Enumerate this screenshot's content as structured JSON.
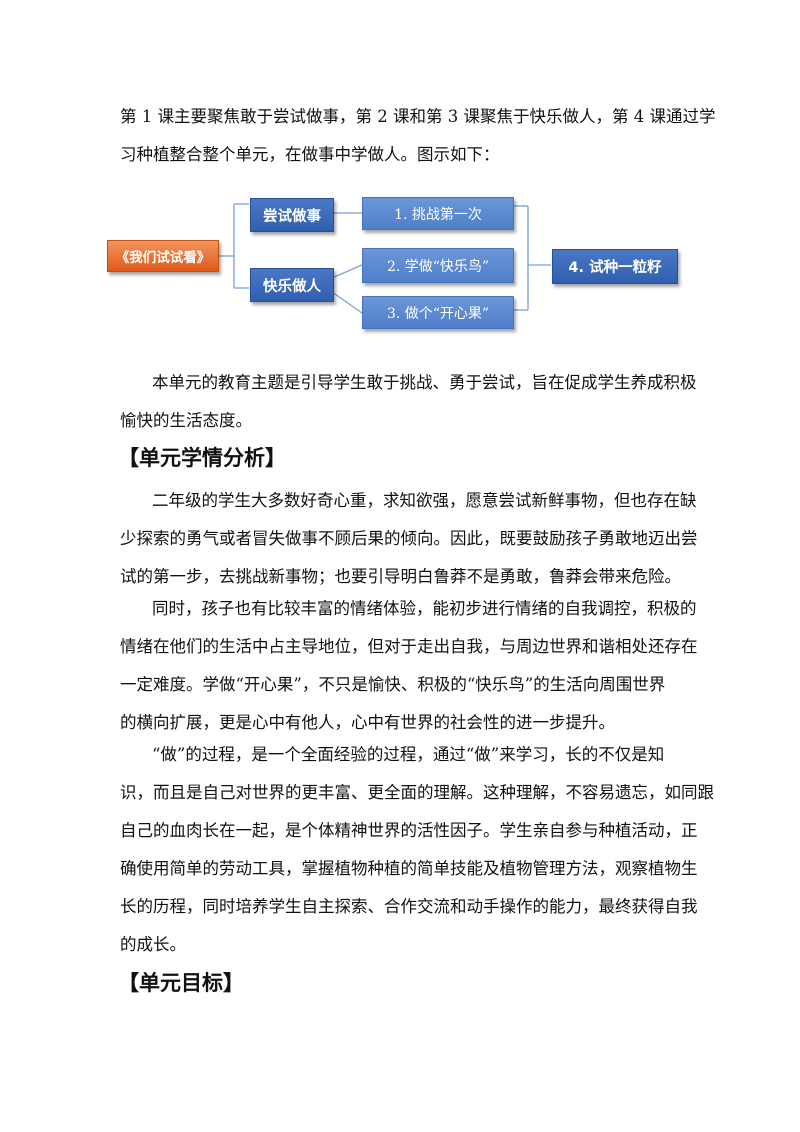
{
  "intro": {
    "lines": [
      "第 1 课主要聚焦敢于尝试做事，第 2 课和第 3 课聚焦于快乐做人，第 4 课通过学",
      "习种植整合整个单元，在做事中学做人。图示如下："
    ]
  },
  "diagram": {
    "root": "《我们试试看》",
    "branches": [
      "尝试做事",
      "快乐做人"
    ],
    "lessons": [
      "1. 挑战第一次",
      "2. 学做“快乐鸟”",
      "3. 做个“开心果”"
    ],
    "final": "4. 试种一粒籽",
    "colors": {
      "root": "#e8692a",
      "branch": "#3563b3",
      "lesson": "#5b89d0",
      "line": "#7aa2d8"
    }
  },
  "theme": {
    "lines": [
      "本单元的教育主题是引导学生敢于挑战、勇于尝试，旨在促成学生养成积极",
      "愉快的生活态度。"
    ]
  },
  "section1": {
    "title": "【单元学情分析】",
    "p1": [
      "二年级的学生大多数好奇心重，求知欲强，愿意尝试新鲜事物，但也存在缺",
      "少探索的勇气或者冒失做事不顾后果的倾向。因此，既要鼓励孩子勇敢地迈出尝",
      "试的第一步，去挑战新事物；也要引导明白鲁莽不是勇敢，鲁莽会带来危险。"
    ],
    "p2": [
      "同时，孩子也有比较丰富的情绪体验，能初步进行情绪的自我调控，积极的",
      "情绪在他们的生活中占主导地位，但对于走出自我，与周边世界和谐相处还存在",
      "一定难度。学做“开心果”，不只是愉快、积极的“快乐鸟”的生活向周围世界",
      "的横向扩展，更是心中有他人，心中有世界的社会性的进一步提升。"
    ],
    "p3": [
      "“做”的过程，是一个全面经验的过程，通过“做”来学习，长的不仅是知",
      "识，而且是自己对世界的更丰富、更全面的理解。这种理解，不容易遗忘，如同跟",
      "自己的血肉长在一起，是个体精神世界的活性因子。学生亲自参与种植活动，正",
      "确使用简单的劳动工具，掌握植物种植的简单技能及植物管理方法，观察植物生",
      "长的历程，同时培养学生自主探索、合作交流和动手操作的能力，最终获得自我",
      "的成长。"
    ]
  },
  "section2": {
    "title": "【单元目标】"
  }
}
